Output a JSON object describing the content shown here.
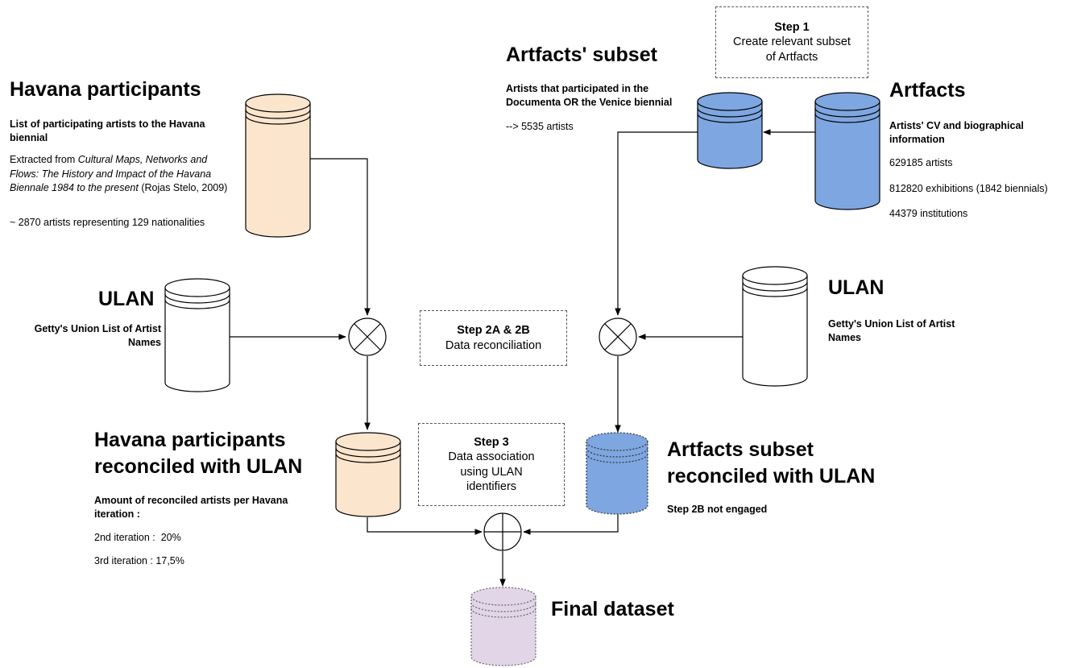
{
  "havana": {
    "title": "Havana participants",
    "subtitle": "List of participating artists to the Havana biennial",
    "source_prefix": "Extracted from ",
    "source_italic": "Cultural Maps, Networks and Flows: The History and Impact of the Havana Biennale 1984 to the present",
    "source_suffix": " (Rojas Stelo, 2009)",
    "count": "~ 2870 artists representing 129 nationalities"
  },
  "ulan_left": {
    "title": "ULAN",
    "subtitle": "Getty's Union List of Artist Names"
  },
  "havana_reconciled": {
    "title_line1": "Havana participants",
    "title_line2": "reconciled with ULAN",
    "subtitle": "Amount of reconciled artists per Havana iteration :",
    "iter2": "2nd iteration :  20%",
    "iter3": "3rd iteration : 17,5%"
  },
  "artfacts_subset": {
    "title": "Artfacts' subset",
    "subtitle": "Artists that participated in the Documenta OR the Venice biennial",
    "count": "--> 5535 artists"
  },
  "artfacts": {
    "title": "Artfacts",
    "subtitle": "Artists' CV and biographical information",
    "artists": "629185 artists",
    "exhibitions": "812820 exhibitions (1842 biennials)",
    "institutions": "44379 institutions"
  },
  "ulan_right": {
    "title": "ULAN",
    "subtitle": "Getty's Union List of Artist Names"
  },
  "artfacts_reconciled": {
    "title_line1": "Artfacts subset",
    "title_line2": "reconciled with ULAN",
    "note": "Step 2B not engaged"
  },
  "final": {
    "title": "Final dataset"
  },
  "steps": {
    "step1_title": "Step 1",
    "step1_line1": "Create relevant subset",
    "step1_line2": "of Artfacts",
    "step2_title": "Step 2A & 2B",
    "step2_line1": "Data reconciliation",
    "step3_title": "Step 3",
    "step3_line1": "Data association",
    "step3_line2": "using ULAN",
    "step3_line3": "identifiers"
  },
  "colors": {
    "havana_fill": "#fce5cd",
    "artfacts_fill": "#7ea6e0",
    "ulan_fill": "#ffffff",
    "final_fill": "#e1d5e7",
    "line": "#000000"
  }
}
